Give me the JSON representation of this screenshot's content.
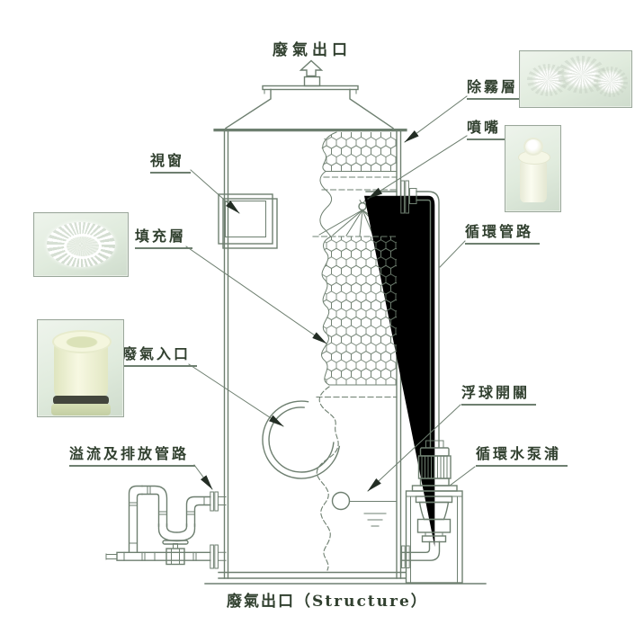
{
  "colors": {
    "line": "#6e7f70",
    "text": "#31402f",
    "arrow": "#232d24",
    "photo_bg": "#e3ece0"
  },
  "diagram": {
    "top_outlet_label": "廢氣出口",
    "bottom_caption": "廢氣出口（Structure）",
    "labels": {
      "demister": "除霧層",
      "nozzle": "噴嘴",
      "circulation_pipe": "循環管路",
      "view_window": "視窗",
      "packing": "填充層",
      "gas_inlet": "廢氣入口",
      "overflow_drain": "溢流及排放管路",
      "float_switch": "浮球開關",
      "circulation_pump": "循環水泵浦"
    },
    "icons": {
      "up_arrow": "hollow-block-arrow-up",
      "leader_arrowhead": "solid-triangle",
      "water_level": "three-bar-water-mark"
    }
  }
}
